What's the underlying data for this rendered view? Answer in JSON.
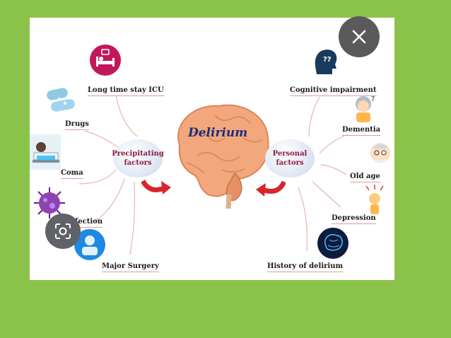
{
  "diagram": {
    "center_title": "Delirium",
    "precipitating": {
      "label": "Precipitating\nfactors"
    },
    "personal": {
      "label": "Personal\nfactors"
    },
    "left_items": [
      {
        "label": "Long time stay ICU",
        "icon": "icu-bed-icon"
      },
      {
        "label": "Drugs",
        "icon": "pills-icon"
      },
      {
        "label": "Coma",
        "icon": "hospital-bed-icon"
      },
      {
        "label": "Infection",
        "icon": "virus-icon"
      },
      {
        "label": "Major Surgery",
        "icon": "surgery-icon"
      }
    ],
    "right_items": [
      {
        "label": "Cognitive impairment",
        "icon": "head-question-icon"
      },
      {
        "label": "Dementia",
        "icon": "elderly-woman-icon"
      },
      {
        "label": "Old age",
        "icon": "old-man-icon"
      },
      {
        "label": "Depression",
        "icon": "depression-icon"
      },
      {
        "label": "History of delirium",
        "icon": "brain-scan-icon"
      }
    ]
  },
  "overlay": {
    "close_icon": "close-icon",
    "lens_icon": "lens-icon"
  },
  "colors": {
    "background": "#8bc34a",
    "oval_fill": "#dfe8f7",
    "oval_text": "#8a1b3a",
    "title": "#1c2f82",
    "brain": "#f2a77c",
    "arrow": "#d7262b"
  }
}
